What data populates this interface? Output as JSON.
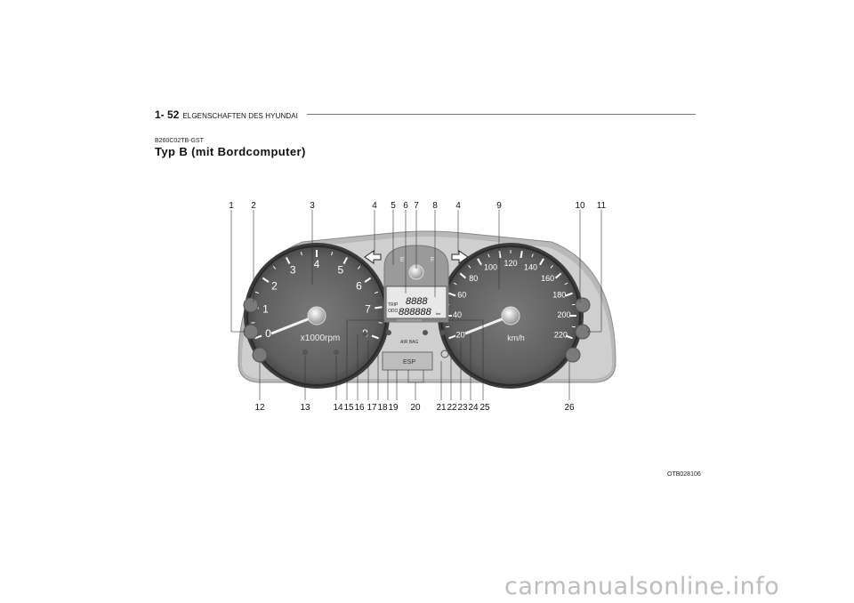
{
  "header": {
    "page_number": "1- 52",
    "section": "ELGENSCHAFTEN DES HYUNDAI"
  },
  "section_code": "B260C02TB-GST",
  "title": "Typ B (mit Bordcomputer)",
  "figure": {
    "callouts_top": [
      "1",
      "2",
      "3",
      "4",
      "5",
      "6",
      "7",
      "8",
      "4",
      "9",
      "10",
      "11"
    ],
    "callouts_bottom": [
      "12",
      "13",
      "14",
      "15",
      "16",
      "17",
      "18",
      "19",
      "20",
      "21",
      "22",
      "23",
      "24",
      "25",
      "26"
    ],
    "tach_numbers": [
      "0",
      "1",
      "2",
      "3",
      "4",
      "5",
      "6",
      "7",
      "8"
    ],
    "tach_unit": "x1000rpm",
    "speed_numbers": [
      "20",
      "40",
      "60",
      "80",
      "100",
      "120",
      "140",
      "160",
      "180",
      "200",
      "220"
    ],
    "speed_unit": "km/h",
    "lcd": {
      "top_digits": "8888",
      "bottom_digits": "888888",
      "trip_label": "TRIP",
      "odo_label": "ODO",
      "km_label": "km"
    },
    "fuel": {
      "empty": "E",
      "full": "F"
    },
    "indicator_texts": {
      "airbag": "AIR BAG",
      "esp": "ESP"
    },
    "figure_code": "OTB028106"
  },
  "watermark": "carmanualsonline.info"
}
